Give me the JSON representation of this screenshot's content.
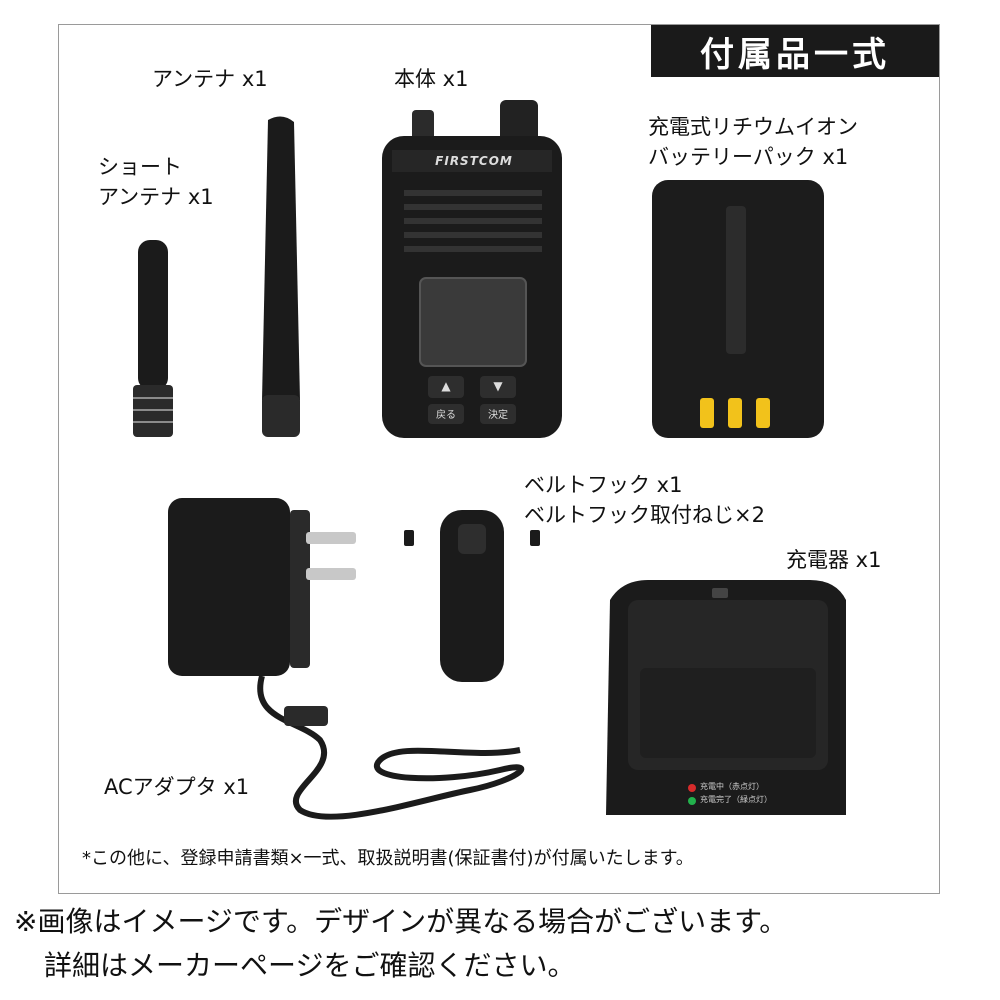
{
  "title": "付属品一式",
  "items": {
    "short_antenna": {
      "line1": "ショート",
      "line2": "アンテナ x1"
    },
    "antenna": "アンテナ x1",
    "body": "本体 x1",
    "battery": {
      "line1": "充電式リチウムイオン",
      "line2": "バッテリーパック x1"
    },
    "belt_hook": {
      "line1": "ベルトフック x1",
      "line2": "ベルトフック取付ねじ×2"
    },
    "charger": "充電器 x1",
    "ac_adapter": "ACアダプタ x1"
  },
  "device": {
    "brand": "FIRSTCOM",
    "key_up": "▲",
    "key_down": "▼",
    "key_back": "戻る",
    "key_ok": "決定"
  },
  "charger_leds": {
    "charging": "充電中（赤点灯）",
    "done": "充電完了（緑点灯）"
  },
  "note": "*この他に、登録申請書類×一式、取扱説明書(保証書付)が付属いたします。",
  "disclaimer": {
    "line1": "※画像はイメージです。デザインが異なる場合がございます。",
    "line2": "詳細はメーカーページをご確認ください。"
  },
  "colors": {
    "device": "#1b1b1b",
    "title_bg": "#1a1a1a",
    "battery_contacts": "#f2c21b",
    "led_red": "#d62b2b",
    "led_green": "#22b14c"
  }
}
